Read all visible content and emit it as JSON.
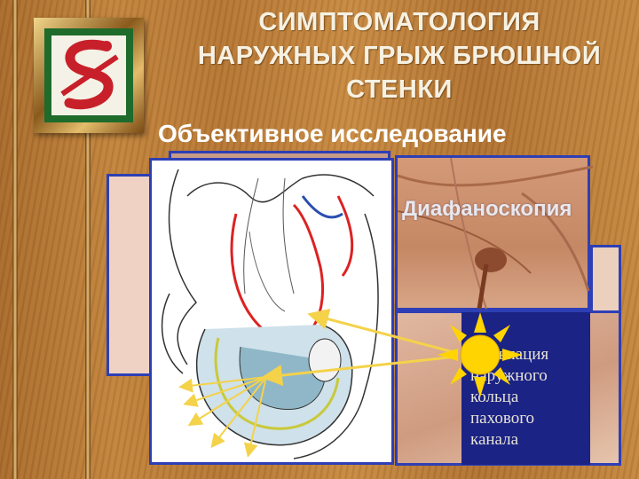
{
  "slide": {
    "title_lines": [
      "СИМПТОМАТОЛОГИЯ",
      "НАРУЖНЫХ  ГРЫЖ  БРЮШНОЙ",
      "СТЕНКИ"
    ],
    "subtitle": "Объективное  исследование",
    "diaphanoscopy_label": "Диафаноскопия",
    "palpation_lines": [
      "Пальпация",
      "наружного",
      "кольца",
      "пахового",
      "канала"
    ]
  },
  "colors": {
    "background": "#b57634",
    "frame_blue": "#2e3fb5",
    "logo_green": "#1e6b2c",
    "logo_red": "#c8202a",
    "sun": "#ffd400",
    "arrow": "#f4d24a"
  },
  "icons": {
    "logo": "medical-emblem-icon",
    "sun": "light-source-icon"
  }
}
